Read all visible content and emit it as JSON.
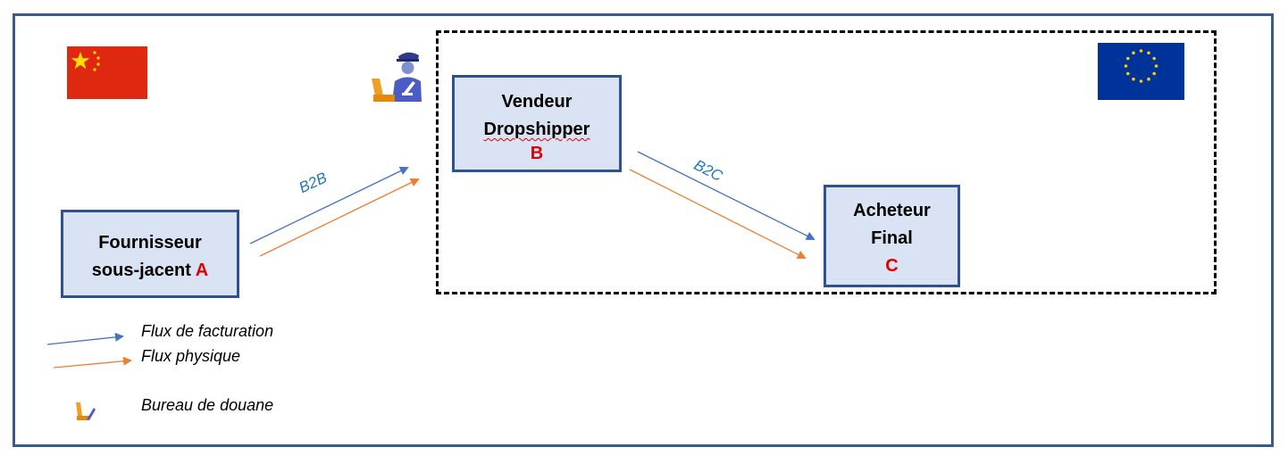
{
  "boxes": {
    "supplier": {
      "line1": "Fournisseur",
      "line2": "sous-jacent",
      "letter": "A"
    },
    "seller": {
      "line1": "Vendeur",
      "line2": "Dropshipper",
      "letter": "B"
    },
    "buyer": {
      "line1": "Acheteur",
      "line2": "Final",
      "letter": "C"
    }
  },
  "flows": {
    "b2b": "B2B",
    "b2c": "B2C"
  },
  "legend": {
    "invoicing": "Flux de facturation",
    "physical": "Flux physique",
    "customs": "Bureau de douane"
  },
  "colors": {
    "invoicing_flow": "#4472c4",
    "physical_flow": "#ed7d31",
    "box_fill": "#dae3f3",
    "box_border": "#2f528f",
    "frame_border": "#3a5a8c",
    "letter": "#e00000",
    "china_flag": "#de2910",
    "eu_flag": "#003399"
  },
  "icons": {
    "origin_flag": "china-flag-icon",
    "destination_flag": "eu-flag-icon",
    "customs": "customs-officer-icon"
  }
}
